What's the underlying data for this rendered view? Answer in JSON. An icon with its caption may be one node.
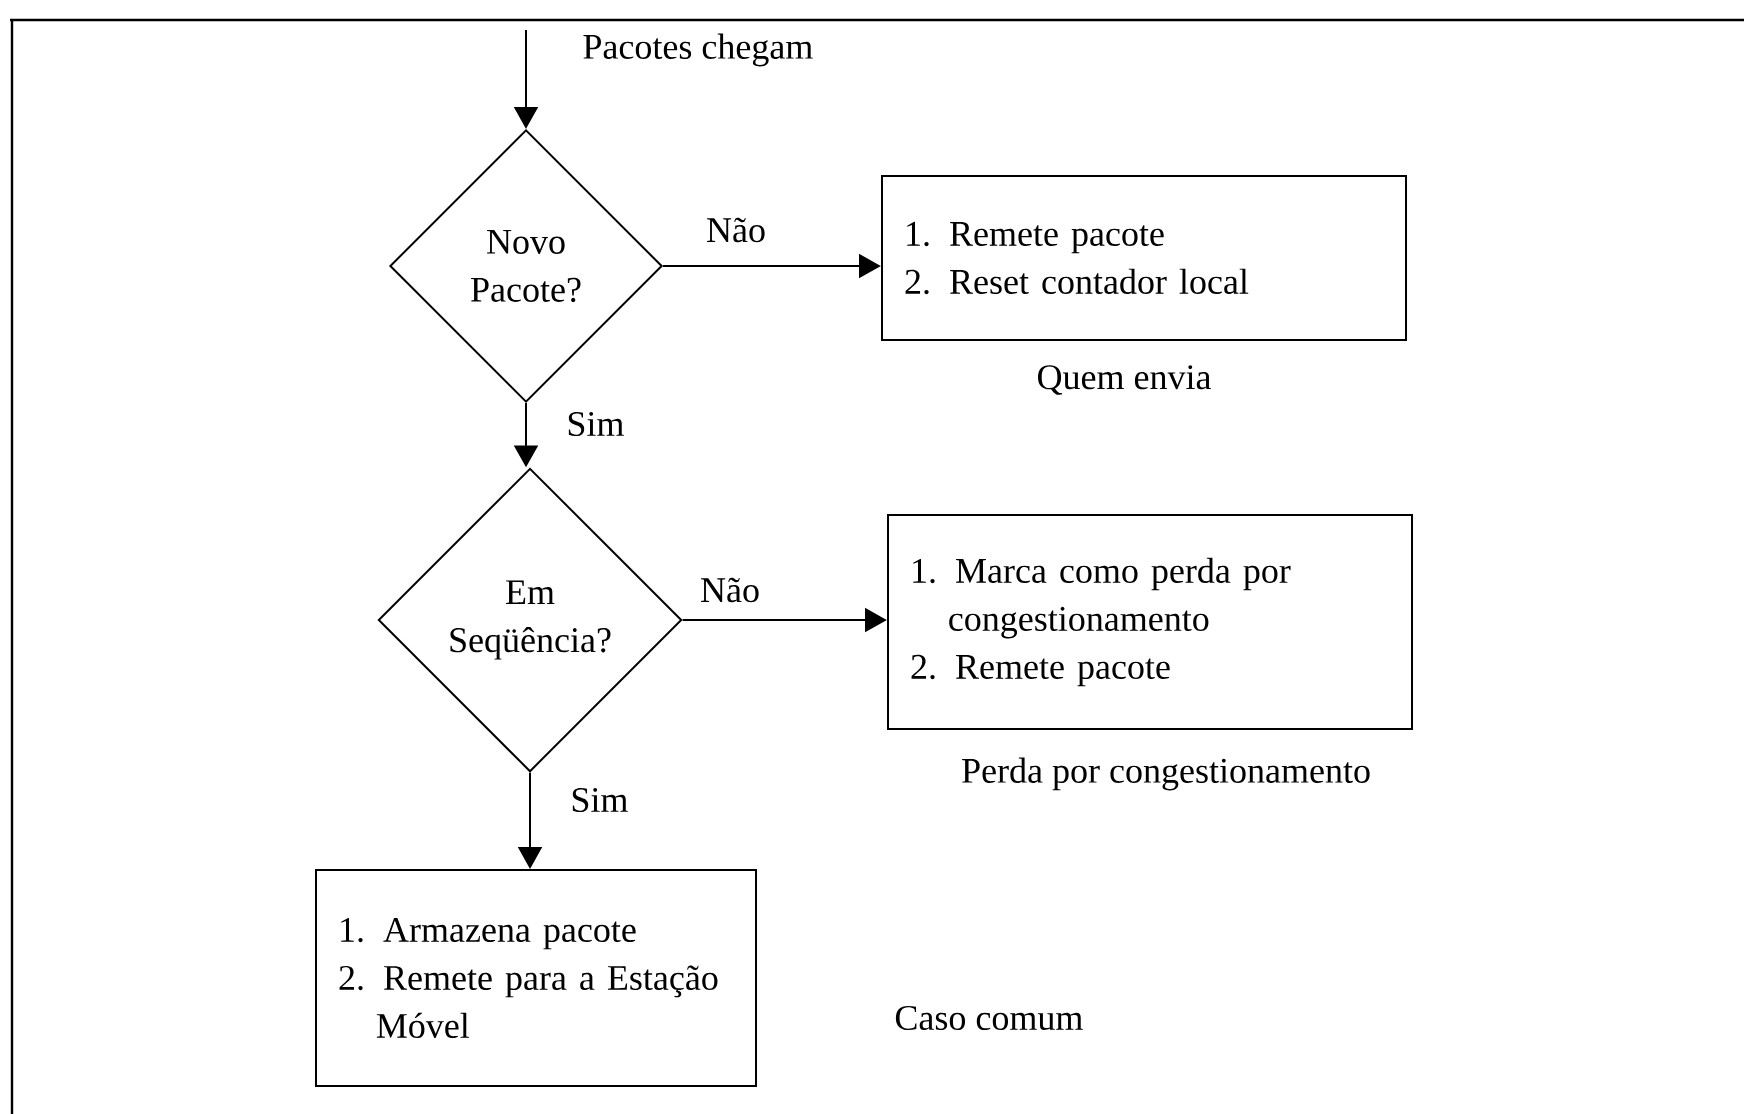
{
  "diagram": {
    "nodes": [
      {
        "text": [
          "Novo Pacote?"
        ]
      },
      {
        "text": [
          "1. Remete pacote",
          "2. Reset contador local"
        ],
        "beside": [
          "Quem envia"
        ]
      },
      {
        "text": [
          "Em Seqüência?"
        ]
      },
      {
        "text": [
          "1. Marca como perda por congestionamento",
          "2. Remete pacote"
        ],
        "beside": [
          "Perda por congestionamento"
        ]
      },
      {
        "text": [
          "1. Armazena pacote",
          "2. Remete para a Estação Móvel"
        ],
        "beside": [
          "Caso comum"
        ]
      }
    ],
    "edges": [
      {
        "from": null,
        "to": 0,
        "arrow": "to",
        "label": "Pacotes chegam"
      },
      {
        "from": 0,
        "to": 1,
        "arrow": "to",
        "label": "Não"
      },
      {
        "from": 0,
        "to": 2,
        "arrow": "to",
        "label": "Sim"
      },
      {
        "from": 2,
        "to": 3,
        "arrow": "to",
        "label": "Não"
      },
      {
        "from": 2,
        "to": 4,
        "arrow": "to",
        "label": "Sim"
      }
    ]
  }
}
